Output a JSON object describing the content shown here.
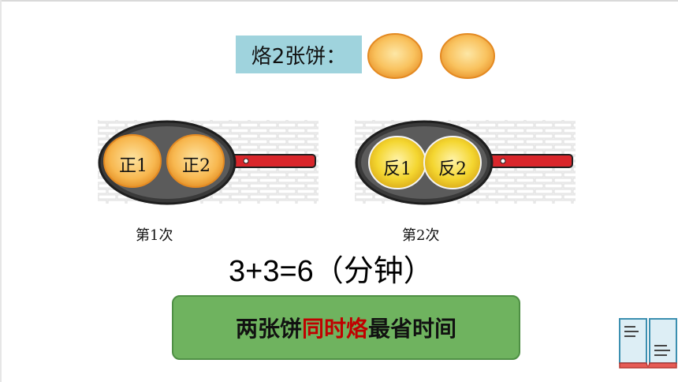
{
  "title": "烙2张饼：",
  "pans": [
    {
      "cake1": "正1",
      "cake2": "正2",
      "caption": "第1次"
    },
    {
      "cake1": "反1",
      "cake2": "反2",
      "caption": "第2次"
    }
  ],
  "equation": "3+3=6（分钟）",
  "summary": {
    "part1": "两张饼",
    "part2": "同时烙",
    "part3": "最省时间"
  },
  "colors": {
    "title_bg": "#9fd3dd",
    "summary_bg": "#6fb35f",
    "highlight": "#c00000",
    "pan_handle": "#d9262b",
    "pancake_front": "#f7b64c",
    "pancake_back": "#f2d42a"
  },
  "icons": [
    "pancake-icon",
    "frying-pan-icon",
    "book-icon"
  ]
}
